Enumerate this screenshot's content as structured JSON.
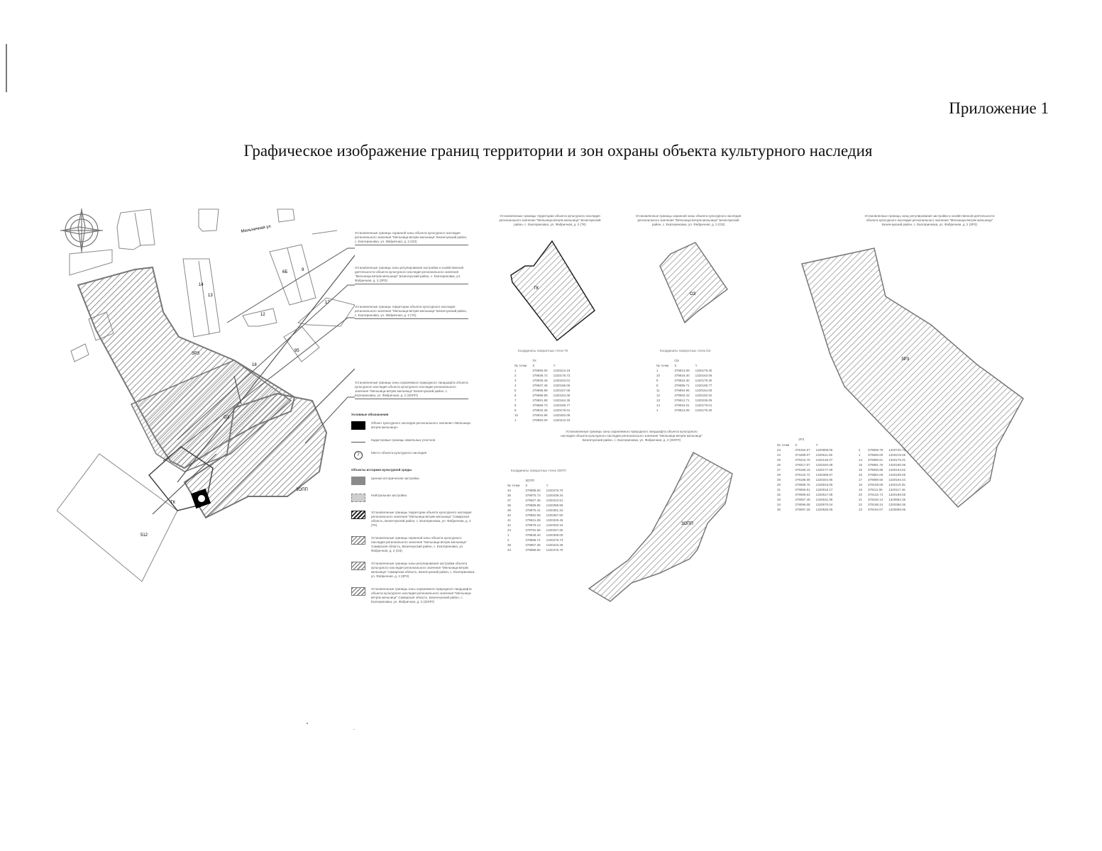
{
  "header": {
    "appendix_label": "Приложение 1",
    "title": "Графическое изображение границ территории и зон охраны объекта культурного наследия"
  },
  "main_map": {
    "street_label": "Мельничная ул",
    "parcel_labels": [
      "6Б",
      "9",
      "12",
      "17",
      "18",
      "95",
      "512",
      "14",
      "13"
    ],
    "zone_labels": {
      "zrz": "ЗРЗ",
      "zopp": "ЗОПП",
      "tk": "ТК",
      "oz": "ОЗ"
    },
    "leaders": [
      "Установленные границы охранной зоны объекта культурного наследия регионального значения \"Мельница-ветряк мельница\" Безенчукский район, с. Екатериновка, ул. Фабричная, д. 2 (ОЗ)",
      "Установленные границы зоны регулирования застройки и хозяйственной деятельности объекта культурного наследия регионального значения \"Мельница-ветряк мельница\" Безенчукский район, с. Екатериновка, ул. Фабричная, д. 2 (ЗРЗ)",
      "Установленные границы территории объекта культурного наследия регионального значения \"Мельница-ветряк мельница\" Безенчукский район, с. Екатериновка, ул. Фабричная, д. 2 (ТК)",
      "Установленные границы зоны охраняемого природного ландшафта объекта культурного наследия объекта культурного наследия регионального значения \"Мельница-ветряк мельница\" Безенчукский район, с. Екатериновка, ул. Фабричная, д. 2 (ЗОПП)"
    ]
  },
  "legend": {
    "title": "Условные обозначения",
    "items": [
      {
        "swatch": "black",
        "label": "Объект культурного наследия регионального значения «Мельница-ветряк мельница»"
      },
      {
        "swatch": "line",
        "label": "Кадастровые границы земельных участков"
      },
      {
        "swatch": "circle",
        "symbol": "7",
        "label": "Место объекта культурного наследия"
      }
    ],
    "subtitle": "Объекты историко-культурной среды",
    "items2": [
      {
        "swatch": "grey",
        "label": "Ценная историческая застройка"
      },
      {
        "swatch": "light",
        "label": "Нейтральная застройка"
      },
      {
        "swatch": "hatch-dark",
        "label": "Установленные границы территории объекта культурного наследия регионального значения \"Мельница-ветряк мельница\" Самарская область, Безенчукский район, с. Екатериновка, ул. Фабричная, д. 2 (ТК)"
      },
      {
        "swatch": "hatch",
        "label": "Установленные границы охранной зоны объекта культурного наследия регионального значения \"Мельница-ветряк мельница\" Самарская область, Безенчукский район, с. Екатериновка, ул. Фабричная, д. 2 (ОЗ)"
      },
      {
        "swatch": "hatch",
        "label": "Установленные границы зоны регулирования застройки объекта культурного наследия регионального значения \"Мельница-ветряк мельница\" Самарская область, Безенчукский район, с. Екатериновка, ул. Фабричная, д. 2 (ЗРЗ)"
      },
      {
        "swatch": "hatch",
        "label": "Установленные границы зоны охраняемого природного ландшафта объекта культурного наследия регионального значения \"Мельница-ветряк мельница\" Самарская область, Безенчукский район, с. Екатериновка, ул. Фабричная, д. 2 (ЗОПП)"
      }
    ]
  },
  "panels": {
    "tk": {
      "caption": "Установленные границы территории объекта культурного наследия регионального значения \"Мельница-ветряк мельница\" Безенчукский район, с. Екатериновка, ул. Фабричная, д. 2 (ТК)",
      "label": "ТК",
      "table_title": "Координаты поворотных точек ТК",
      "zone": "ТК",
      "columns": [
        "№ точки",
        "X",
        "Y"
      ],
      "rows": [
        [
          "1",
          "379993.00",
          "1320213.19"
        ],
        [
          "2",
          "379939.72",
          "1320176.73"
        ],
        [
          "3",
          "379925.46",
          "1320223.01"
        ],
        [
          "4",
          "379927.48",
          "1320196.06"
        ],
        [
          "5",
          "379895.99",
          "1320167.08"
        ],
        [
          "6",
          "379898.89",
          "1320162.05"
        ],
        [
          "7",
          "379891.98",
          "1320164.35"
        ],
        [
          "8",
          "379869.73",
          "1320186.77"
        ],
        [
          "9",
          "379832.36",
          "1320178.01"
        ],
        [
          "10",
          "379915.96",
          "1320262.08"
        ],
        [
          "1",
          "379993.00",
          "1320213.19"
        ]
      ]
    },
    "oz": {
      "caption": "Установленные границы охранной зоны объекта культурного наследия регионального значения \"Мельница-ветряк мельница\" Безенчукский район, с. Екатериновка, ул. Фабричная, д. 2 (ОЗ)",
      "label": "ОЗ",
      "table_title": "Координаты поворотных точек ОЗ",
      "zone": "ОЗ",
      "columns": [
        "№ точки",
        "X",
        "Y"
      ],
      "rows": [
        [
          "1",
          "379913.09",
          "1320179.30"
        ],
        [
          "10",
          "379918.40",
          "1320163.06"
        ],
        [
          "9",
          "379923.30",
          "1320179.30"
        ],
        [
          "8",
          "379895.71",
          "1320168.77"
        ],
        [
          "11",
          "379894.96",
          "1320154.05"
        ],
        [
          "12",
          "379903.43",
          "1320192.02"
        ],
        [
          "13",
          "379912.71",
          "1320236.05"
        ],
        [
          "14",
          "379915.01",
          "1320179.01"
        ],
        [
          "1",
          "379913.09",
          "1320179.30"
        ]
      ]
    },
    "zopp": {
      "caption": "Установленные границы зоны охраняемого природного ландшафта объекта культурного наследия объекта культурного наследия регионального значения \"Мельница-ветряк мельница\" Безенчукский район, с. Екатериновка, ул. Фабричная, д. 2 (ЗОПП)",
      "label": "ЗОПП",
      "table_title": "Координаты поворотных точек ЗОПП",
      "zone": "ЗОПП",
      "columns": [
        "№ точки",
        "X",
        "Y"
      ],
      "rows": [
        [
          "34",
          "379888.60",
          "1320476.70"
        ],
        [
          "35",
          "379975.73",
          "1320439.34"
        ],
        [
          "37",
          "379927.36",
          "1320424.51"
        ],
        [
          "36",
          "379888.85",
          "1320395.59"
        ],
        [
          "39",
          "379875.41",
          "1320351.34"
        ],
        [
          "40",
          "379882.99",
          "1320367.60"
        ],
        [
          "41",
          "379841.08",
          "1320329.46"
        ],
        [
          "42",
          "379879.13",
          "1320320.34"
        ],
        [
          "43",
          "379791.58",
          "1320347.65"
        ],
        [
          "1",
          "379838.40",
          "1320308.00"
        ],
        [
          "2",
          "379858.74",
          "1320276.73"
        ],
        [
          "38",
          "379867.36",
          "1320315.39"
        ],
        [
          "34",
          "379888.60",
          "1320476.70"
        ]
      ]
    },
    "zrz": {
      "caption": "Установленные границы зоны регулирования застройки и хозяйственной деятельности объекта культурного наследия регионального значения \"Мельница-ветряк мельница\" Безенчукский район, с. Екатериновка, ул. Фабричная, д. 2 (ЗРЗ)",
      "label": "ЗРЗ",
      "zone": "ЗРЗ",
      "columns": [
        "№ точки",
        "X",
        "Y"
      ],
      "rows_left": [
        [
          "23",
          "379194.07",
          "1320808.06"
        ],
        [
          "24",
          "374288.07",
          "1320611.05"
        ],
        [
          "25",
          "379216.76",
          "1320146.07"
        ],
        [
          "26",
          "379217.07",
          "1320184.08"
        ],
        [
          "27",
          "379168.16",
          "1320177.06"
        ],
        [
          "28",
          "379132.72",
          "1320368.67"
        ],
        [
          "29",
          "379188.08",
          "1320344.06"
        ],
        [
          "30",
          "379058.76",
          "1320916.06"
        ],
        [
          "31",
          "379066.51",
          "1320516.17"
        ],
        [
          "32",
          "379089.53",
          "1320517.08"
        ],
        [
          "33",
          "379057.48",
          "1320531.08"
        ],
        [
          "34",
          "379096.08",
          "1320570.04"
        ],
        [
          "35",
          "379097.28",
          "1320535.06"
        ]
      ],
      "rows_right": [
        [
          "2",
          "379808.79",
          "1320720.76"
        ],
        [
          "1",
          "379906.00",
          "1320219.06"
        ],
        [
          "14",
          "379899.81",
          "1320175.01"
        ],
        [
          "15",
          "379891.75",
          "1320186.06"
        ],
        [
          "16",
          "379830.98",
          "1320164.62"
        ],
        [
          "16",
          "379884.06",
          "1320199.06"
        ],
        [
          "17",
          "379889.93",
          "1320194.44"
        ],
        [
          "18",
          "379108.09",
          "1320119.35"
        ],
        [
          "19",
          "379111.06",
          "1320117.46"
        ],
        [
          "20",
          "379132.74",
          "1320189.59"
        ],
        [
          "21",
          "379246.14",
          "1320862.35"
        ],
        [
          "22",
          "379198.24",
          "1320368.36"
        ],
        [
          "23",
          "379194.07",
          "1320808.06"
        ]
      ]
    }
  }
}
